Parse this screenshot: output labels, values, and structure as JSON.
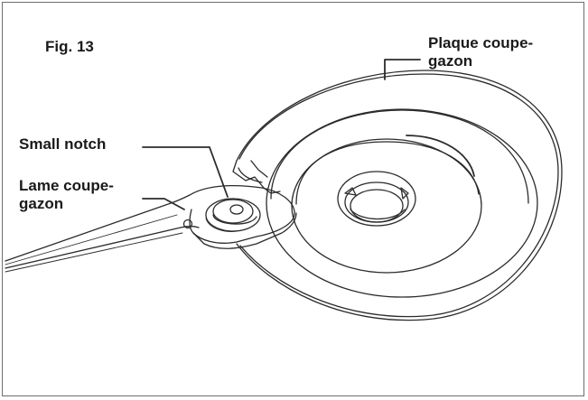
{
  "figure": {
    "title": "Fig. 13",
    "labels": {
      "plaque": "Plaque coupe-\ngazon",
      "notch": "Small notch",
      "lame": "Lame coupe-\ngazon"
    },
    "colors": {
      "line": "#2b2b2b",
      "frame": "#6e6e6e",
      "background": "#ffffff"
    }
  }
}
